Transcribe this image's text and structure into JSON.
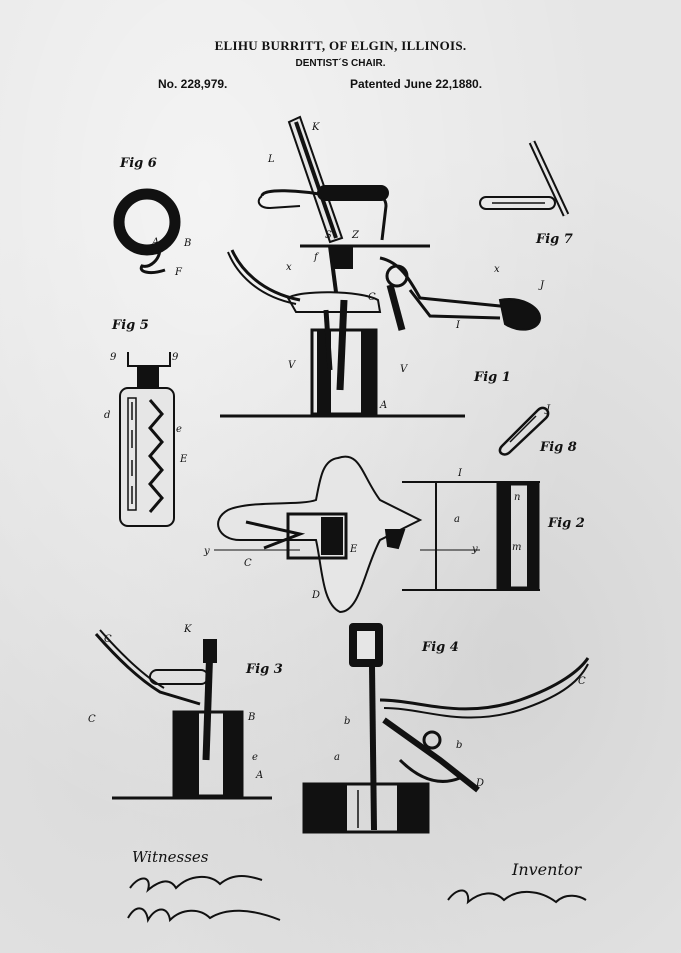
{
  "header": {
    "title": "ELIHU BURRITT, OF ELGIN, ILLINOIS.",
    "subtitle": "DENTIST´S CHAIR.",
    "number": "No. 228,979.",
    "date": "Patented June 22,1880."
  },
  "figures": {
    "fig6": "Fig 6",
    "fig5": "Fig 5",
    "fig7": "Fig 7",
    "fig1": "Fig 1",
    "fig8": "Fig 8",
    "fig2": "Fig 2",
    "fig3": "Fig 3",
    "fig4": "Fig 4"
  },
  "footer": {
    "witnesses_label": "Witnesses",
    "inventor_label": "Inventor"
  },
  "colors": {
    "ink": "#111111",
    "paper": "#e6e6e6"
  }
}
